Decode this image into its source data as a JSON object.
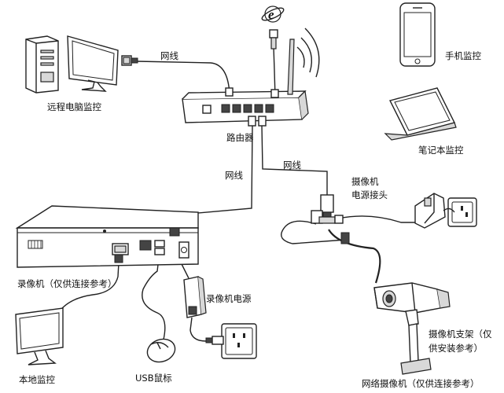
{
  "labels": {
    "remote_pc": "远程电脑监控",
    "cable_pc": "网线",
    "phone": "手机监控",
    "router": "路由器",
    "laptop": "笔记本监控",
    "cable_nvr": "网线",
    "cable_cam": "网线",
    "cam_power_line1": "摄像机",
    "cam_power_line2": "电源接头",
    "nvr": "录像机（仅供连接参考）",
    "nvr_power": "录像机电源",
    "local_monitor": "本地监控",
    "usb_mouse": "USB鼠标",
    "bracket_line1": "摄像机支架（仅",
    "bracket_line2": "供安装参考）",
    "ip_camera": "网络摄像机（仅供连接参考）",
    "browser_letter": "e"
  },
  "colors": {
    "stroke": "#222222",
    "fill": "#ffffff",
    "shade": "#d8d8d8",
    "dark": "#555555"
  }
}
